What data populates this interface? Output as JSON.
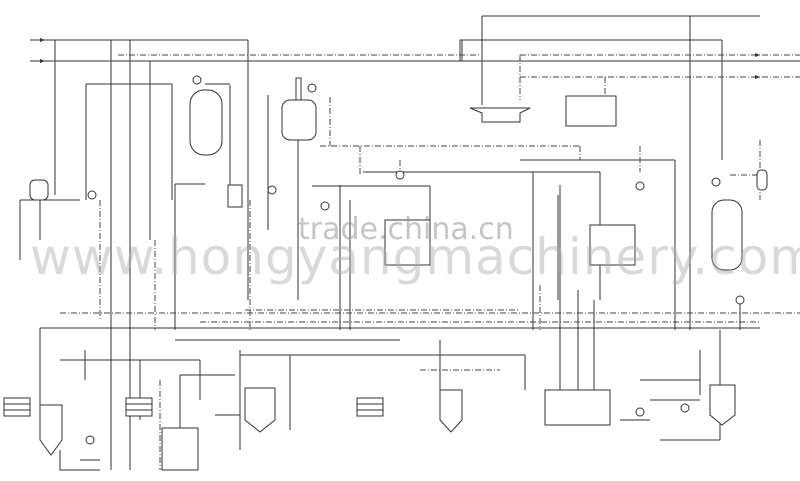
{
  "diagram": {
    "kind": "process flow diagram",
    "line_color": "#333333",
    "background": "#ffffff"
  },
  "watermarks": {
    "primary": "trade.china.cn",
    "secondary": "www.hongyangmachinery.com"
  }
}
